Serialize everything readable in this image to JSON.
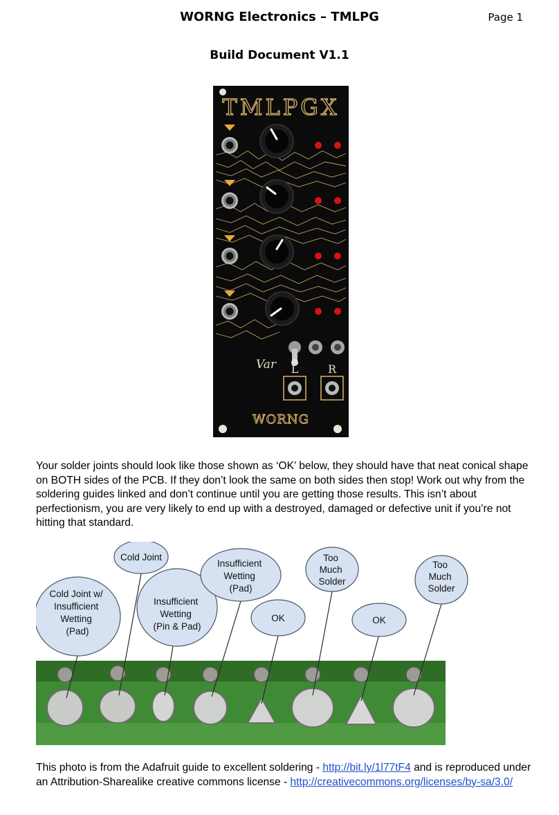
{
  "header": {
    "title": "WORNG Electronics – TMLPG",
    "page": "Page 1",
    "subtitle": "Build Document V1.1"
  },
  "panel": {
    "name": "TMLPGX",
    "jack_labels": {
      "left": "L",
      "right": "R"
    },
    "switch_label": "Var",
    "logo": "WORNG"
  },
  "body_text": "Your solder joints should look like those shown as ‘OK’ below, they should have that neat conical shape on BOTH sides of the PCB. If they don’t look the same on both sides then stop! Work out why from the soldering guides linked and don’t continue until you are getting those results. This isn’t about perfectionism, you are very likely to end up with a destroyed, damaged or defective unit if you’re not hitting that standard.",
  "solder_labels": [
    "Cold Joint w/ Insufficient Wetting (Pad)",
    "Cold Joint",
    "Insufficient Wetting (Pin & Pad)",
    "Insufficient Wetting (Pad)",
    "OK",
    "Too Much Solder",
    "OK",
    "Too Much Solder"
  ],
  "bubble_lines": {
    "b0": [
      "Cold Joint w/",
      "Insufficient",
      "Wetting",
      "(Pad)"
    ],
    "b1": [
      "Cold Joint"
    ],
    "b2": [
      "Insufficient",
      "Wetting",
      "(Pin & Pad)"
    ],
    "b3": [
      "Insufficient",
      "Wetting",
      "(Pad)"
    ],
    "b4": [
      "OK"
    ],
    "b5": [
      "Too",
      "Much",
      "Solder"
    ],
    "b6": [
      "OK"
    ],
    "b7": [
      "Too",
      "Much",
      "Solder"
    ]
  },
  "caption": {
    "before_link1": "This photo is from the Adafruit guide to excellent soldering - ",
    "link1": "http://bit.ly/1l77tF4",
    "after_link1": " and is reproduced under an Attribution-Sharealike creative commons license - ",
    "link2": "http://creativecommons.org/licenses/by-sa/3.0/"
  },
  "colors": {
    "panel_black": "#0b0b0b",
    "panel_gold": "#d9b26a",
    "led_red": "#d41414",
    "pcb_green": "#3f8a34",
    "bubble_fill": "#d6e2f1",
    "link_blue": "#1f4fd1"
  }
}
